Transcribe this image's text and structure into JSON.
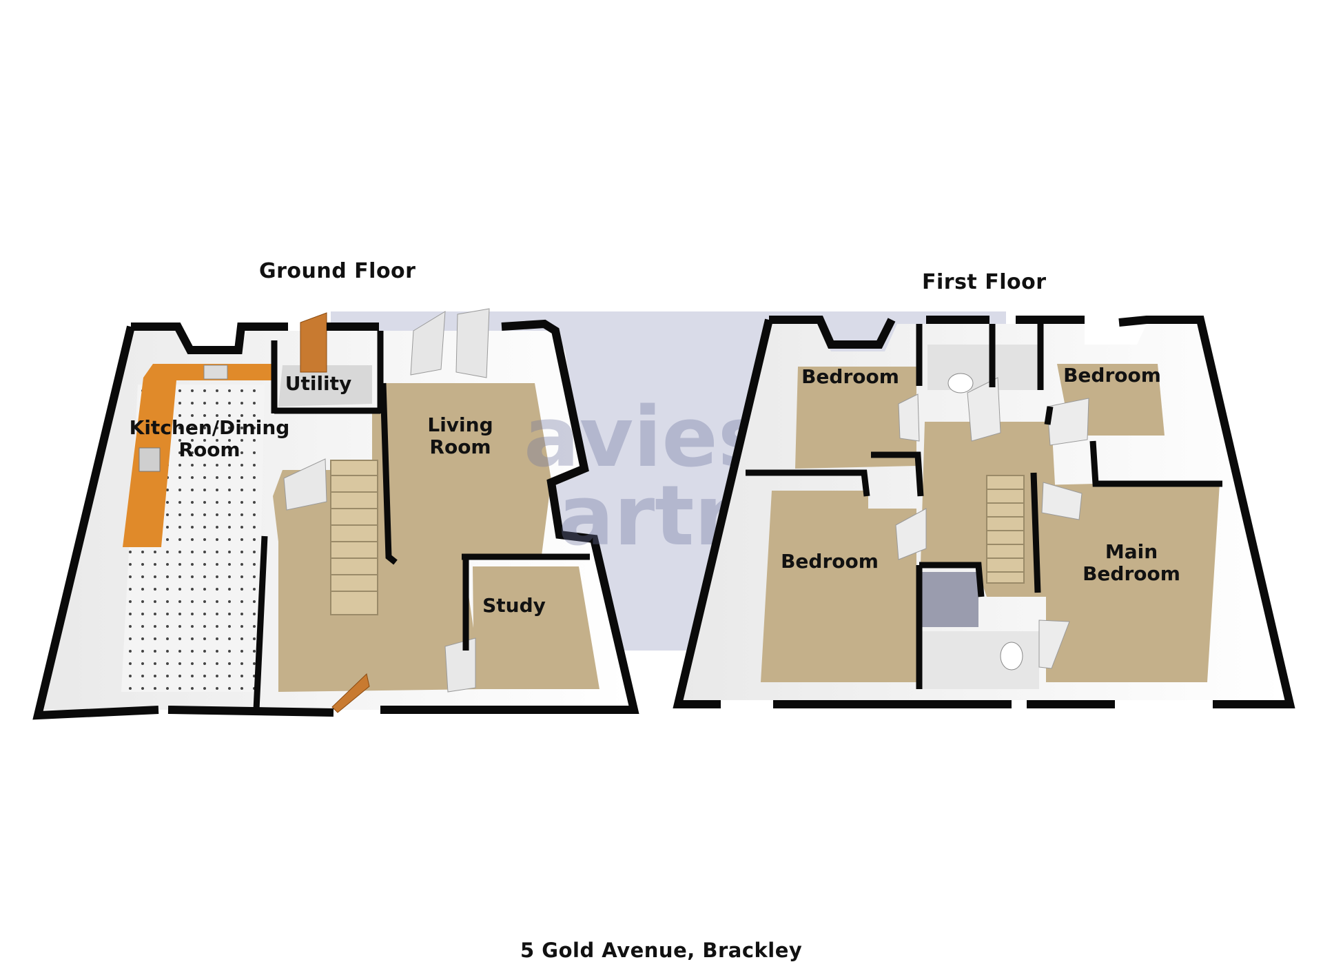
{
  "floors": [
    {
      "name": "Ground Floor",
      "rooms": [
        "Kitchen/Dining Room",
        "Utility",
        "Living Room",
        "Study"
      ]
    },
    {
      "name": "First Floor",
      "rooms": [
        "Bedroom",
        "Bedroom",
        "Bedroom",
        "Main Bedroom"
      ]
    }
  ],
  "address": "5 Gold Avenue, Brackley",
  "watermark": [
    "avies &",
    "artners"
  ],
  "colors": {
    "wall": "#0a0a0a",
    "carpet": "#c4b08a",
    "worktop": "#e08a2a",
    "tile": "#f2f2f2",
    "watermark_band": "#8890b8"
  }
}
